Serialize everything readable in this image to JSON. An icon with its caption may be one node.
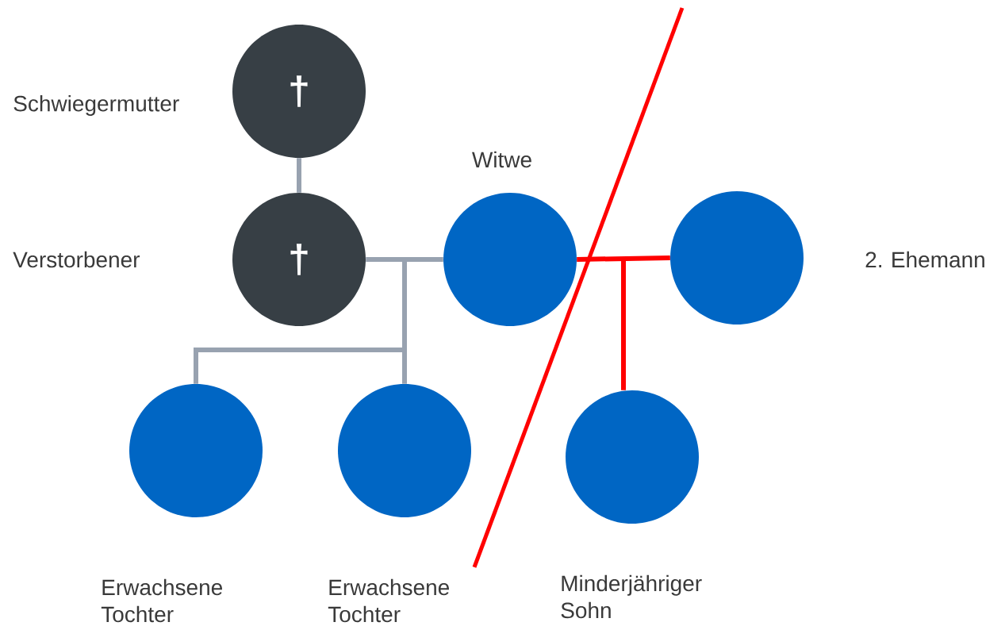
{
  "diagram": {
    "nodes": [
      {
        "text": [
          "†"
        ]
      },
      {
        "text": [
          "†"
        ]
      },
      {
        "text": [],
        "shape": "circle",
        "beside": [
          "Witwe"
        ]
      },
      {
        "text": [],
        "shape": "circle",
        "beside": [
          "2. Ehemann"
        ]
      },
      {
        "text": [],
        "shape": "circle"
      },
      {
        "text": [],
        "shape": "circle"
      },
      {
        "text": [],
        "shape": "circle"
      }
    ],
    "edges": [
      {
        "from": 0,
        "to": 1,
        "arrow": "none"
      },
      {
        "from": 1,
        "to": 2,
        "arrow": "none"
      },
      {
        "from": 1,
        "to": 4,
        "arrow": "none"
      },
      {
        "from": 2,
        "to": 4,
        "arrow": "none"
      },
      {
        "from": 1,
        "to": 5,
        "arrow": "none"
      },
      {
        "from": 2,
        "to": 5,
        "arrow": "none"
      },
      {
        "from": 2,
        "to": 3,
        "arrow": "none",
        "color": "#ff0000"
      },
      {
        "from": 2,
        "to": 6,
        "arrow": "none",
        "color": "#ff0000"
      },
      {
        "from": 3,
        "to": 6,
        "arrow": "none",
        "color": "#ff0000"
      }
    ],
    "labels": [
      "Schwiegermutter",
      "Verstorbener",
      "Erwachsene Tochter",
      "Erwachsene Tochter",
      "Minderjähriger Sohn"
    ]
  }
}
